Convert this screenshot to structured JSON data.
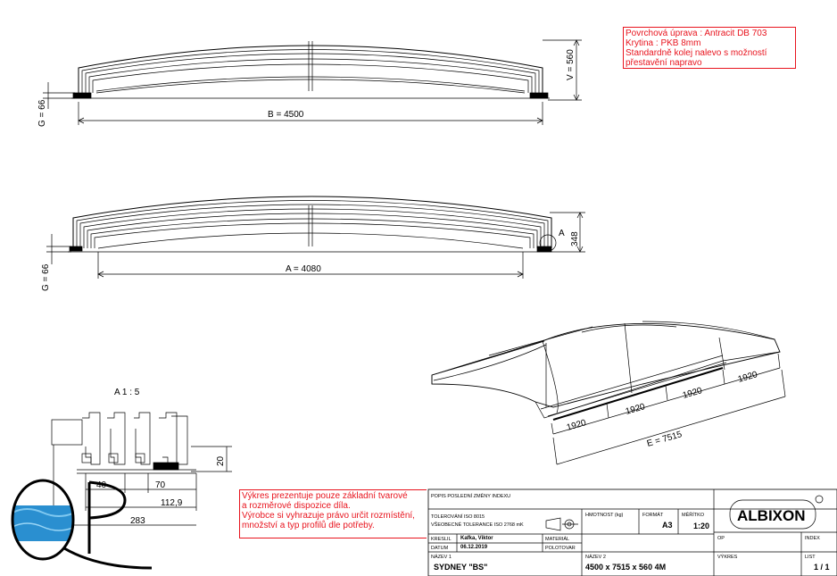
{
  "notes": {
    "top": [
      "Povrchová úprava : Antracit DB 703",
      "Krytina : PKB 8mm",
      "Standardně kolej nalevo s možností",
      "přestavění napravo"
    ],
    "bottom": [
      "Výkres prezentuje pouze základní tvarové",
      "a rozměrové dispozice díla.",
      "Výrobce si vyhrazuje právo určit rozmístění,",
      "množství a typ profilů dle potřeby."
    ]
  },
  "dimensions": {
    "b": "B = 4500",
    "v": "V = 560",
    "g1": "G = 66",
    "a": "A = 4080",
    "h348": "348",
    "a_marker": "A",
    "g2": "G = 66",
    "detail": "A 1 : 5",
    "d20": "20",
    "d40": "40",
    "d70": "70",
    "d1129": "112,9",
    "d283": "283",
    "seg1": "1920",
    "seg2": "1920",
    "seg3": "1920",
    "seg4": "1920",
    "e": "E = 7515"
  },
  "title_block": {
    "popis": "POPIS POSLEDNÍ ZMĚNY INDEXU",
    "tol1": "TOLEROVÁNÍ ISO 8015",
    "tol2": "VŠEOBECNÉ TOLERANCE ISO 2768 mK",
    "hmotnost": "HMOTNOST (kg)",
    "format_lbl": "FORMÁT",
    "format_val": "A3",
    "meritko_lbl": "MĚŘÍTKO",
    "meritko_val": "1:20",
    "brand": "ALBIXON",
    "kreslil_lbl": "KRESLIL",
    "kreslil_val": "Kafka, Viktor",
    "datum_lbl": "DATUM",
    "datum_val": "06.12.2019",
    "material": "MATERIÁL",
    "polotovar": "POLOTOVAR",
    "op": "OP",
    "index": "INDEX",
    "nazev1_lbl": "NÁZEV 1",
    "nazev1_val": "SYDNEY \"BS\"",
    "nazev2_lbl": "NÁZEV 2",
    "nazev2_val": "4500 x 7515 x 560  4M",
    "vykres": "VÝKRES",
    "list_lbl": "LIST",
    "list_val": "1 / 1"
  },
  "watermark": {
    "letters": "QP"
  },
  "colors": {
    "note": "#e8141e",
    "line": "#000000",
    "pool": "#2a8fd0"
  }
}
